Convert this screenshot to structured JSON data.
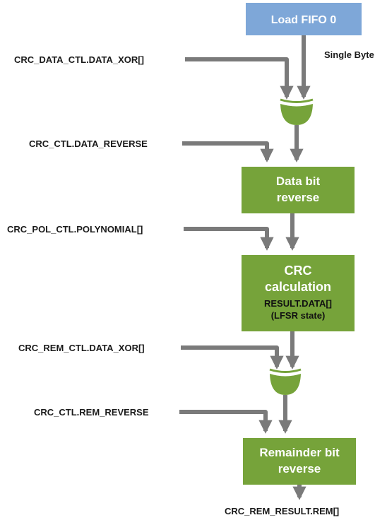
{
  "colors": {
    "fifo_fill": "#7ea7d8",
    "box_fill": "#76a33a",
    "wire": "#7a7a7a",
    "xor_fill": "#76a33a"
  },
  "blocks": {
    "load_fifo": "Load FIFO 0",
    "single_byte": "Single Byte",
    "data_bit_reverse": [
      "Data bit",
      "reverse"
    ],
    "crc_calc": [
      "CRC",
      "calculation"
    ],
    "crc_result_line1": "RESULT.DATA[]",
    "crc_result_line2": "(LFSR state)",
    "remainder_reverse": [
      "Remainder bit",
      "reverse"
    ]
  },
  "signals": {
    "data_xor": "CRC_DATA_CTL.DATA_XOR[]",
    "data_reverse": "CRC_CTL.DATA_REVERSE",
    "polynomial": "CRC_POL_CTL.POLYNOMIAL[]",
    "rem_xor": "CRC_REM_CTL.DATA_XOR[]",
    "rem_reverse": "CRC_CTL.REM_REVERSE",
    "rem_result": "CRC_REM_RESULT.REM[]"
  },
  "icons": {
    "xor_gate_1": "xor-gate-icon",
    "xor_gate_2": "xor-gate-icon"
  }
}
